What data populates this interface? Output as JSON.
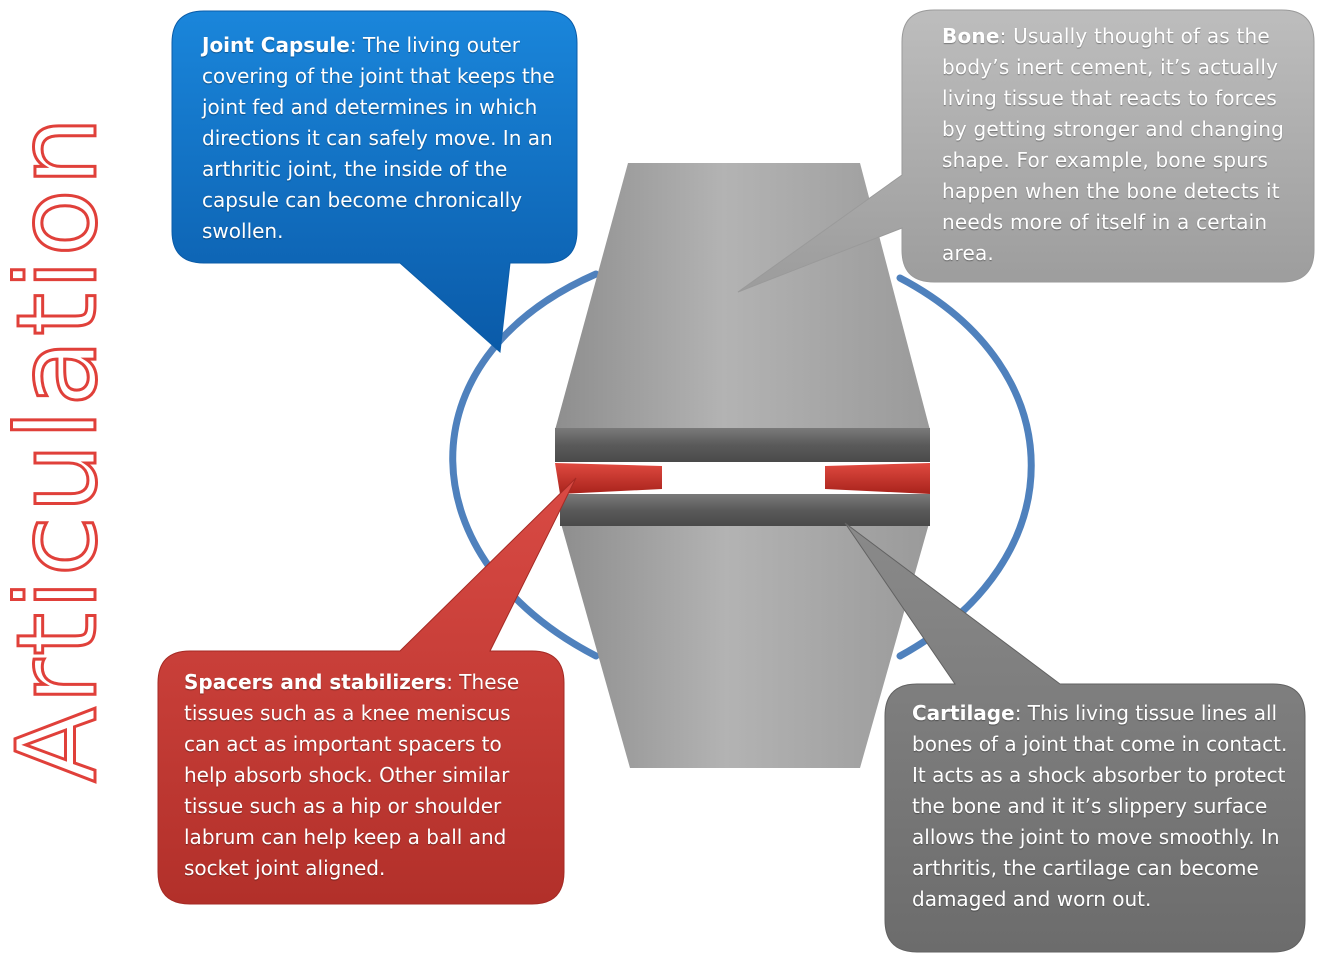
{
  "title": "Articulation",
  "colors": {
    "capsule_blue": "#0e6fc4",
    "capsule_ring": "#4f81bd",
    "bone_gray": "#a6a6a6",
    "cartilage_dark": "#6a6a6a",
    "spacer_red": "#c0392b",
    "title_red": "#e0403a"
  },
  "callouts": {
    "capsule": {
      "term": "Joint Capsule",
      "text": ": The living outer covering of the joint that keeps the joint fed and  determines in which directions it can safely move.  In an arthritic joint, the inside of the capsule can become chronically swollen."
    },
    "bone": {
      "term": "Bone",
      "text": ": Usually thought of as the body’s inert cement, it’s actually living tissue that reacts to forces by getting stronger and changing shape. For example, bone spurs happen when the bone detects it needs more of itself in a certain area."
    },
    "spacers": {
      "term": "Spacers and stabilizers",
      "text": ": These tissues such as a knee meniscus can act as important spacers to help absorb shock. Other similar tissue such as a hip or shoulder labrum can help keep a ball and socket joint aligned."
    },
    "cartilage": {
      "term": "Cartilage",
      "text": ": This living tissue lines all bones of a joint that come in contact. It acts as a shock absorber to protect the bone and it it’s slippery surface allows the joint to move smoothly. In arthritis, the cartilage can become damaged and worn out."
    }
  }
}
